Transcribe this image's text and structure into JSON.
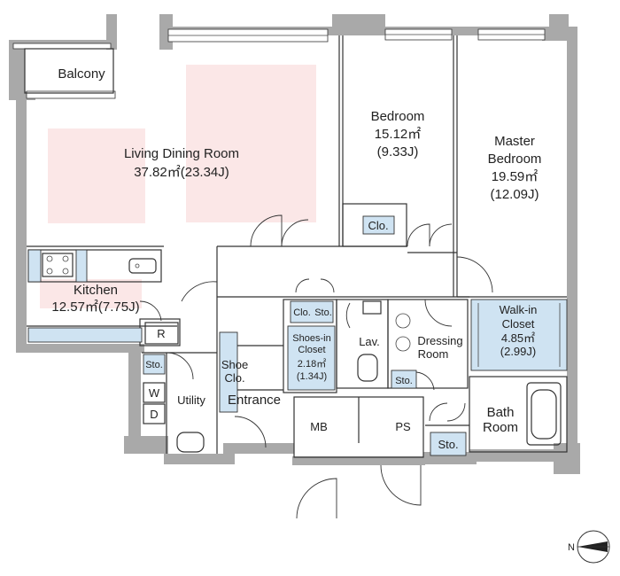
{
  "rooms": {
    "balcony": "Balcony",
    "living_name": "Living Dining Room",
    "living_area": "37.82㎡(23.34J)",
    "kitchen_name": "Kitchen",
    "kitchen_area": "12.57㎡(7.75J)",
    "bedroom_name": "Bedroom",
    "bedroom_area": "15.12㎡",
    "bedroom_j": "(9.33J)",
    "master_name_1": "Master",
    "master_name_2": "Bedroom",
    "master_area": "19.59㎡",
    "master_j": "(12.09J)",
    "walkin_1": "Walk-in",
    "walkin_2": "Closet",
    "walkin_area": "4.85㎡",
    "walkin_j": "(2.99J)",
    "shoes_in_1": "Shoes-in",
    "shoes_in_2": "Closet",
    "shoes_in_area": "2.18㎡",
    "shoes_in_j": "(1.34J)",
    "shoe_clo_1": "Shoe",
    "shoe_clo_2": "Clo.",
    "entrance": "Entrance",
    "utility": "Utility",
    "lav": "Lav.",
    "dressing_1": "Dressing",
    "dressing_2": "Room",
    "bath_1": "Bath",
    "bath_2": "Room",
    "mb": "MB",
    "ps": "PS"
  },
  "storage": {
    "clo": "Clo.",
    "clo_left": "Clo.",
    "sto_top": "Sto.",
    "sto_utility": "Sto.",
    "sto_lav": "Sto.",
    "sto_bath": "Sto.",
    "refrigerator": "R",
    "washer": "W",
    "dryer": "D"
  },
  "compass": {
    "label": "N"
  }
}
